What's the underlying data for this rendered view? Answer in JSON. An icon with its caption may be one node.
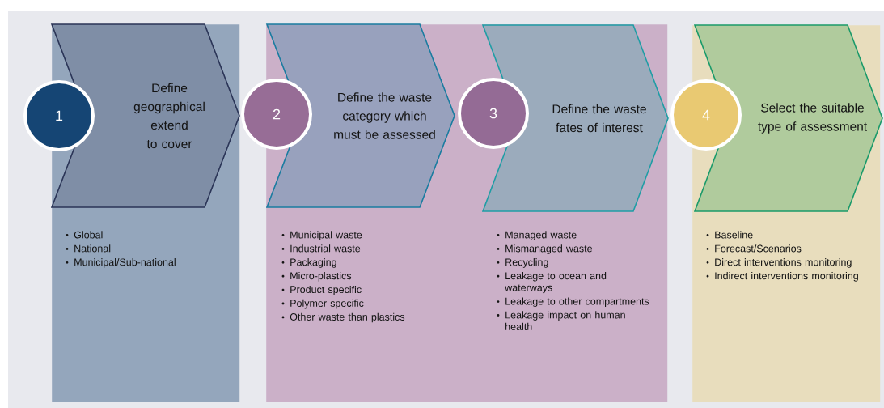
{
  "diagram": {
    "nodes": [
      {
        "text": [],
        "shape": "box"
      },
      {
        "text": [
          "1"
        ]
      },
      {
        "text": [
          "Define geographical extend to cover"
        ],
        "in": 0,
        "beside": [
          "Global",
          "National",
          "Municipal/Sub-national"
        ]
      },
      {
        "text": [],
        "shape": "box"
      },
      {
        "text": [
          "2"
        ]
      },
      {
        "text": [
          "Define the waste category which must be assessed"
        ],
        "in": 3,
        "beside": [
          "Municipal waste",
          "Industrial waste",
          "Packaging",
          "Micro-plastics",
          "Product specific",
          "Polymer specific",
          "Other waste than plastics"
        ]
      },
      {
        "text": [
          "3"
        ],
        "in": 3
      },
      {
        "text": [
          "Define the waste fates of interest"
        ],
        "in": 3,
        "beside": [
          "Managed waste",
          "Mismanaged waste",
          "Recycling",
          "Leakage to ocean and waterways",
          "Leakage to other compartments",
          "Leakage impact on human health"
        ]
      },
      {
        "text": [],
        "shape": "box"
      },
      {
        "text": [
          "4"
        ]
      },
      {
        "text": [
          "Select the suitable type of assessment"
        ],
        "in": 8,
        "beside": [
          "Baseline",
          "Forecast/Scenarios",
          "Direct interventions monitoring",
          "Indirect interventions monitoring"
        ]
      }
    ],
    "edges": []
  }
}
